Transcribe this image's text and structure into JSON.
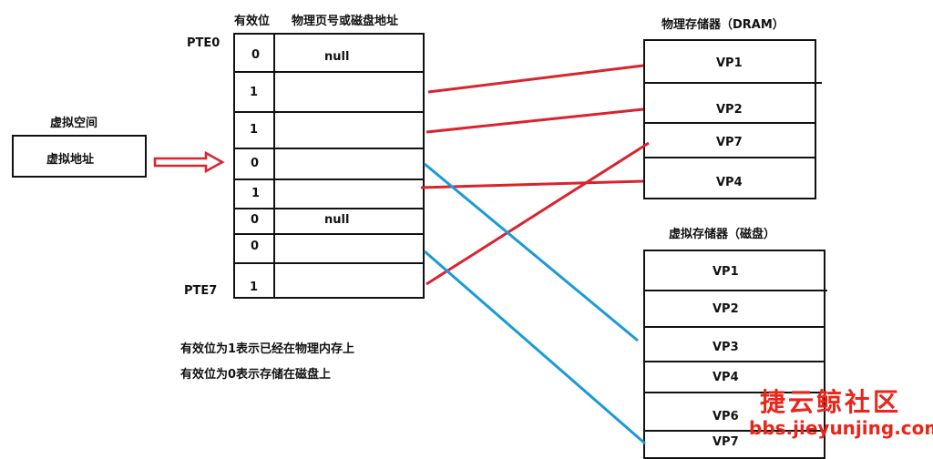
{
  "page_table": {
    "header_valid": "有效位",
    "header_addr": "物理页号或磁盘地址",
    "first_label": "PTE0",
    "last_label": "PTE7",
    "rows": [
      {
        "valid": "0",
        "addr": "null"
      },
      {
        "valid": "1",
        "addr": ""
      },
      {
        "valid": "1",
        "addr": ""
      },
      {
        "valid": "0",
        "addr": ""
      },
      {
        "valid": "1",
        "addr": ""
      },
      {
        "valid": "0",
        "addr": "null"
      },
      {
        "valid": "0",
        "addr": ""
      },
      {
        "valid": "1",
        "addr": ""
      }
    ]
  },
  "virtual_space": {
    "title": "虚拟空间",
    "address": "虚拟地址"
  },
  "dram": {
    "title": "物理存储器（DRAM）",
    "pages": [
      "VP1",
      "VP2",
      "VP7",
      "VP4"
    ]
  },
  "disk": {
    "title": "虚拟存储器（磁盘）",
    "pages": [
      "VP1",
      "VP2",
      "VP3",
      "VP4",
      "VP6",
      "VP7"
    ]
  },
  "notes": [
    "有效位为1表示已经在物理内存上",
    "有效位为0表示存储在磁盘上"
  ],
  "watermark": {
    "name": "捷云鲸社区",
    "url": "bbs.jieyunjing.com"
  },
  "colors": {
    "dram_link": "#d9232d",
    "disk_link": "#1a9ad6",
    "arrow": "#d9232d"
  }
}
